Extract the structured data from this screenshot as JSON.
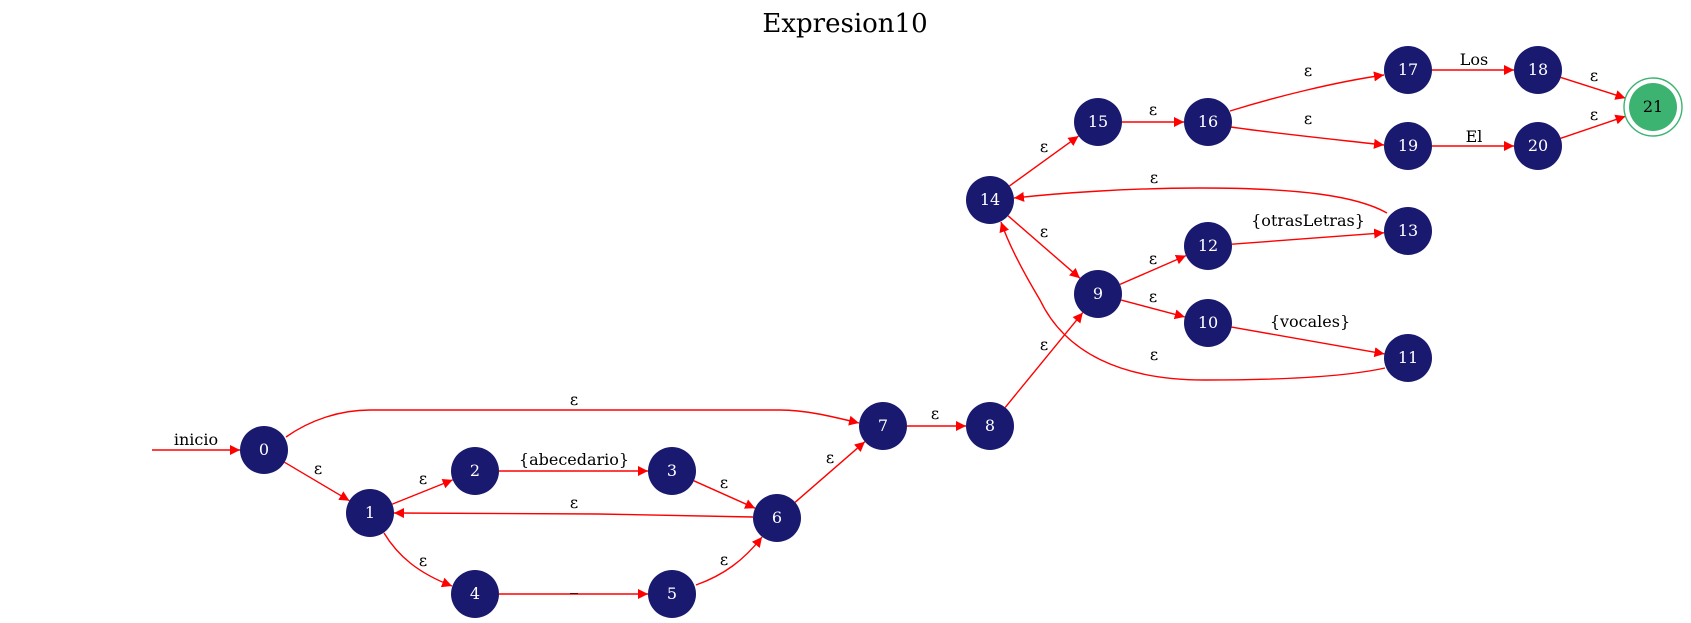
{
  "title": "Expresion10",
  "start_label": "inicio",
  "colors": {
    "node": "#191970",
    "final_node": "#3cb371",
    "edge": "#ff0000",
    "node_text": "#ffffff"
  },
  "nodes": [
    {
      "id": "0",
      "label": "0"
    },
    {
      "id": "1",
      "label": "1"
    },
    {
      "id": "2",
      "label": "2"
    },
    {
      "id": "3",
      "label": "3"
    },
    {
      "id": "4",
      "label": "4"
    },
    {
      "id": "5",
      "label": "5"
    },
    {
      "id": "6",
      "label": "6"
    },
    {
      "id": "7",
      "label": "7"
    },
    {
      "id": "8",
      "label": "8"
    },
    {
      "id": "9",
      "label": "9"
    },
    {
      "id": "10",
      "label": "10"
    },
    {
      "id": "11",
      "label": "11"
    },
    {
      "id": "12",
      "label": "12"
    },
    {
      "id": "13",
      "label": "13"
    },
    {
      "id": "14",
      "label": "14"
    },
    {
      "id": "15",
      "label": "15"
    },
    {
      "id": "16",
      "label": "16"
    },
    {
      "id": "17",
      "label": "17"
    },
    {
      "id": "18",
      "label": "18"
    },
    {
      "id": "19",
      "label": "19"
    },
    {
      "id": "20",
      "label": "20"
    },
    {
      "id": "21",
      "label": "21",
      "final": true
    }
  ],
  "edges": [
    {
      "from": "0",
      "to": "1",
      "label": "ε"
    },
    {
      "from": "0",
      "to": "7",
      "label": "ε"
    },
    {
      "from": "1",
      "to": "2",
      "label": "ε"
    },
    {
      "from": "1",
      "to": "4",
      "label": "ε"
    },
    {
      "from": "2",
      "to": "3",
      "label": "{abecedario}"
    },
    {
      "from": "3",
      "to": "6",
      "label": "ε"
    },
    {
      "from": "4",
      "to": "5",
      "label": "_"
    },
    {
      "from": "5",
      "to": "6",
      "label": "ε"
    },
    {
      "from": "6",
      "to": "1",
      "label": "ε"
    },
    {
      "from": "6",
      "to": "7",
      "label": "ε"
    },
    {
      "from": "7",
      "to": "8",
      "label": "ε"
    },
    {
      "from": "8",
      "to": "9",
      "label": "ε"
    },
    {
      "from": "9",
      "to": "12",
      "label": "ε"
    },
    {
      "from": "9",
      "to": "10",
      "label": "ε"
    },
    {
      "from": "12",
      "to": "13",
      "label": "{otrasLetras}"
    },
    {
      "from": "10",
      "to": "11",
      "label": "{vocales}"
    },
    {
      "from": "13",
      "to": "14",
      "label": "ε"
    },
    {
      "from": "11",
      "to": "14",
      "label": "ε"
    },
    {
      "from": "14",
      "to": "9",
      "label": "ε"
    },
    {
      "from": "14",
      "to": "15",
      "label": "ε"
    },
    {
      "from": "15",
      "to": "16",
      "label": "ε"
    },
    {
      "from": "16",
      "to": "17",
      "label": "ε"
    },
    {
      "from": "16",
      "to": "19",
      "label": "ε"
    },
    {
      "from": "17",
      "to": "18",
      "label": "Los"
    },
    {
      "from": "19",
      "to": "20",
      "label": "El"
    },
    {
      "from": "18",
      "to": "21",
      "label": "ε"
    },
    {
      "from": "20",
      "to": "21",
      "label": "ε"
    }
  ]
}
